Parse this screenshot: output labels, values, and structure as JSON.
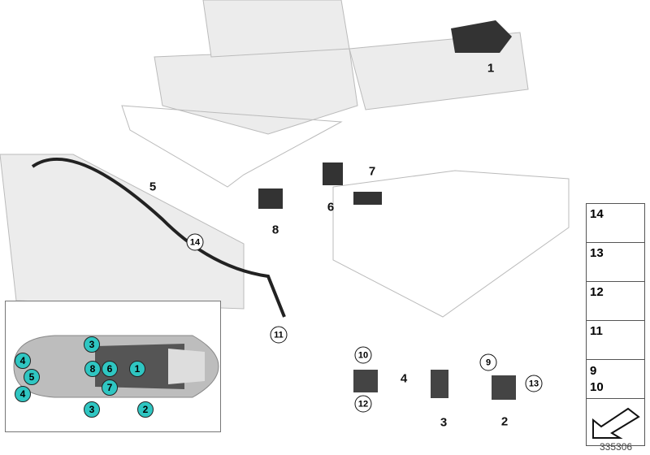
{
  "callouts": {
    "c1": "1",
    "c2": "2",
    "c3": "3",
    "c4": "4",
    "c5": "5",
    "c6": "6",
    "c7": "7",
    "c8": "8",
    "c9": "9",
    "c10": "10",
    "c11": "11",
    "c12": "12",
    "c13": "13",
    "c14": "14"
  },
  "inset": {
    "markers": [
      "3",
      "4",
      "5",
      "4",
      "8",
      "6",
      "1",
      "7",
      "3",
      "2"
    ],
    "marker_color": "#2fc6c2"
  },
  "panel": {
    "rows": [
      "14",
      "13",
      "12",
      "11",
      "9\n10"
    ]
  },
  "doc_number": "335306"
}
